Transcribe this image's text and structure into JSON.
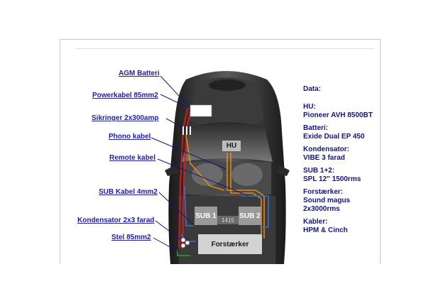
{
  "labels": {
    "agm": "AGM Batteri",
    "powerkabel": "Powerkabel 85mm2",
    "sikringer": "Sikringer 2x300amp",
    "phono": "Phono kabel",
    "remote": "Remote kabel",
    "subkabel": "SUB Kabel 4mm2",
    "kondensator": "Kondensator 2x3 farad",
    "stel": "Stel 85mm2"
  },
  "boxes": {
    "hu": "HU",
    "sub1": "SUB 1",
    "sub2": "SUB 2",
    "amp": "Forstærker",
    "plate": "1415"
  },
  "info": {
    "title": "Data:",
    "items": [
      {
        "head": "HU:",
        "value": "Pioneer AVH 8500BT"
      },
      {
        "head": "Batteri:",
        "value": "Exide Dual EP 450"
      },
      {
        "head": "Kondensator:",
        "value": "VIBE 3 farad"
      },
      {
        "head": "SUB 1+2:",
        "value": "SPL 12\" 1500rms"
      },
      {
        "head": "Forstærker:",
        "value": "Sound magus 2x3000rms"
      },
      {
        "head": "Kabler:",
        "value": "HPM & Cinch"
      }
    ]
  },
  "colors": {
    "label_text": "#1f1fa0",
    "info_text": "#15157a",
    "power_cable": "#cc1e1e",
    "signal_cable": "#e08a1a",
    "speaker_cable": "#3a6fd0",
    "ground_cable": "#2e8a2e",
    "box_fill": "#d3d3d3"
  }
}
